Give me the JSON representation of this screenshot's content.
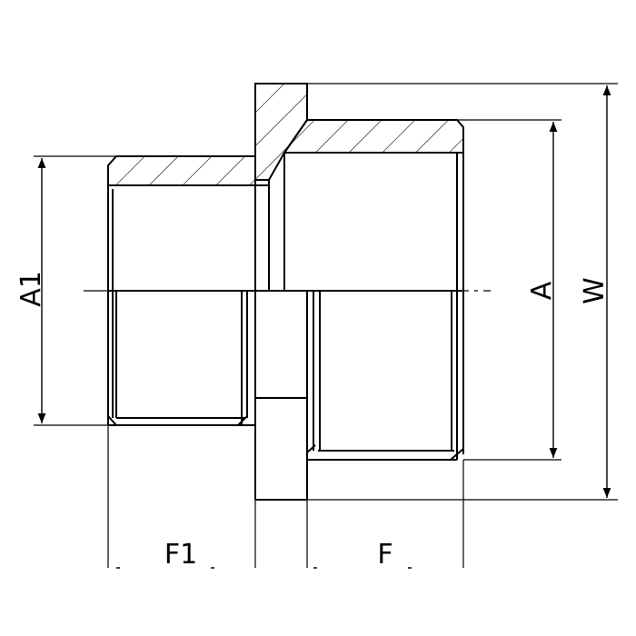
{
  "labels": {
    "a1": "A1",
    "a": "A",
    "w": "W",
    "f1": "F1",
    "f": "F"
  },
  "colors": {
    "stroke": "#000000",
    "background": "#ffffff"
  }
}
